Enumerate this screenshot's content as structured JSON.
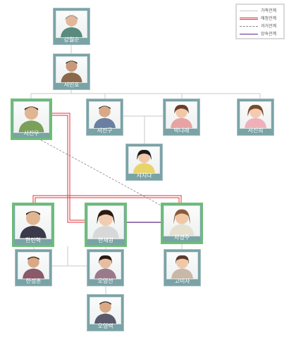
{
  "legend": {
    "items": [
      {
        "label": "가족관계",
        "color": "#c8c8c8",
        "style": "solid-thin"
      },
      {
        "label": "애정관계",
        "color": "#e0343f",
        "style": "double"
      },
      {
        "label": "과거관계",
        "color": "#888888",
        "style": "dashed"
      },
      {
        "label": "앙숙관계",
        "color": "#5a2a8c",
        "style": "solid"
      }
    ]
  },
  "people": {
    "gang_wolsun": {
      "name": "강월순"
    },
    "seo_minho": {
      "name": "서민호"
    },
    "seo_jinwoo": {
      "name": "서진우"
    },
    "seo_jingu": {
      "name": "서진구"
    },
    "park_narae": {
      "name": "박나래"
    },
    "seo_jinhee": {
      "name": "서진희"
    },
    "seo_jina": {
      "name": "서지나"
    },
    "han_minhyuk": {
      "name": "한민혁"
    },
    "han_chaewon": {
      "name": "한채원"
    },
    "cha_kyungju": {
      "name": "차경주"
    },
    "han_jeonghun": {
      "name": "한정훈"
    },
    "oh_youngsun": {
      "name": "오영선"
    },
    "go_mija": {
      "name": "고미자"
    },
    "oh_youngtaek": {
      "name": "오영택"
    }
  },
  "colors": {
    "main_border": "#6bbf74",
    "name_bar": "#7aa3a6",
    "love": "#e0343f",
    "family": "#c8c8c8",
    "past": "#888888",
    "rival": "#5a2a8c"
  }
}
